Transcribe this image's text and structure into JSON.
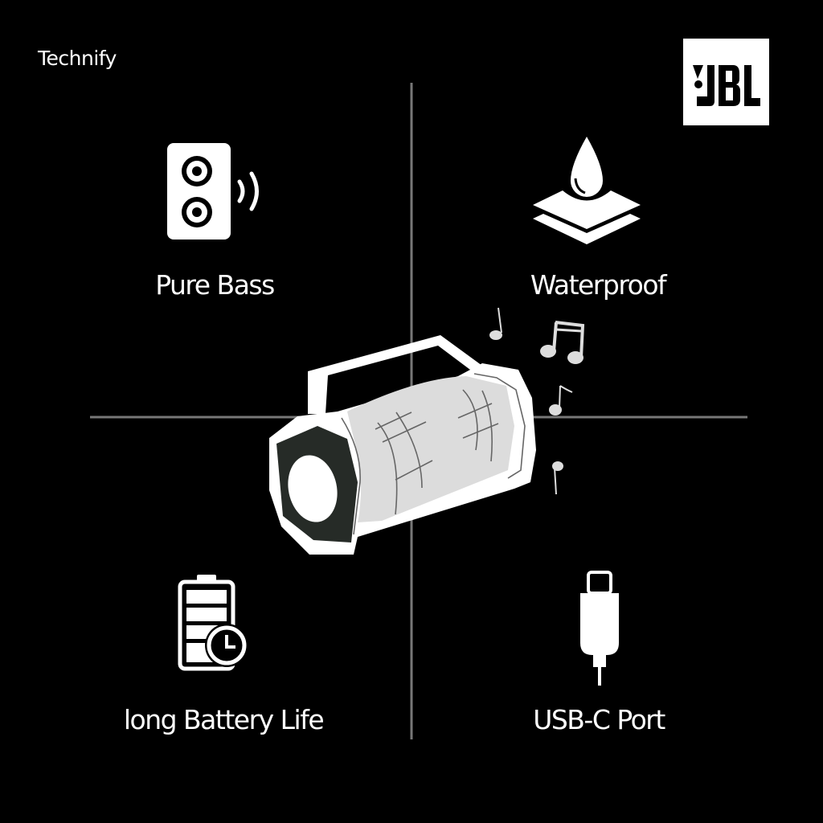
{
  "brand": "Technify",
  "logo": {
    "text": "JBL"
  },
  "features": [
    {
      "label": "Pure Bass",
      "icon": "speaker-icon"
    },
    {
      "label": "Waterproof",
      "icon": "water-drop-icon"
    },
    {
      "label": "long Battery Life",
      "icon": "battery-clock-icon"
    },
    {
      "label": "USB-C Port",
      "icon": "usb-c-plug-icon"
    }
  ],
  "colors": {
    "background": "#000000",
    "foreground": "#ffffff",
    "divider": "#777777",
    "speaker_body": "#dcdcdc",
    "speaker_cap": "#262b27"
  }
}
